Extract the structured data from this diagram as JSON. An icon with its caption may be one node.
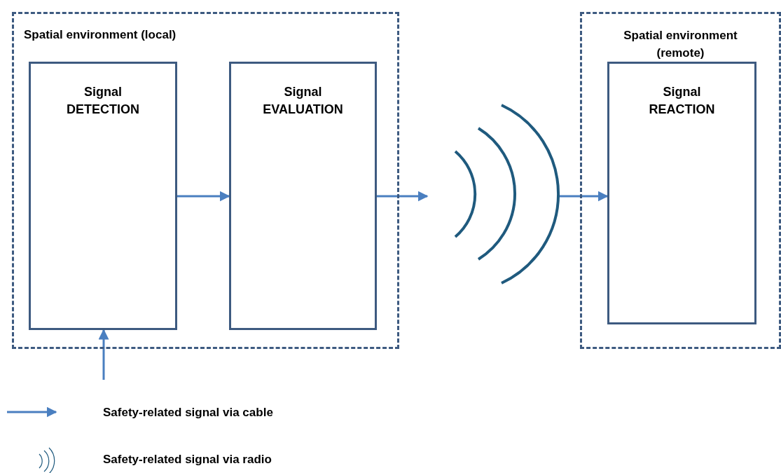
{
  "diagram": {
    "nodes": [
      {
        "text": [
          "Spatial environment (local)"
        ]
      },
      {
        "text": [
          "Signal DETECTION"
        ],
        "in": 0
      },
      {
        "text": [
          "Signal EVALUATION"
        ],
        "in": 0
      },
      {
        "text": [],
        "shape": "picture"
      },
      {
        "text": [
          "Spatial environment (remote)"
        ]
      },
      {
        "text": [
          "Signal REACTION"
        ],
        "in": 4
      }
    ],
    "edges": [
      {
        "from": null,
        "to": 1,
        "arrow": "to"
      },
      {
        "from": 1,
        "to": 2,
        "arrow": "to"
      },
      {
        "from": 2,
        "to": 3,
        "arrow": "to"
      },
      {
        "from": 3,
        "to": 5,
        "arrow": "to"
      }
    ],
    "legend": [
      {
        "text": "Safety-related signal via cable"
      },
      {
        "text": "Safety-related signal via radio"
      }
    ]
  }
}
